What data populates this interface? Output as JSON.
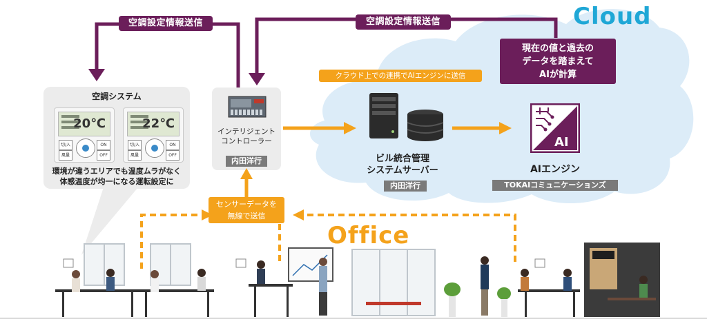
{
  "labels": {
    "cloud": "Cloud",
    "office": "Office",
    "ac_send_left": "空調設定情報送信",
    "ac_send_right": "空調設定情報送信",
    "ai_calc_lines": [
      "現在の値と過去の",
      "データを踏まえて",
      "AIが計算"
    ],
    "cloud_link": "クラウド上での連携でAIエンジンに送信",
    "ac_system_title": "空調システム",
    "ac_system_desc_lines": [
      "環境が違うエリアでも温度ムラがなく",
      "体感温度が均一になる運転設定に"
    ],
    "controller_lines": [
      "インテリジェント",
      "コントローラー"
    ],
    "controller_vendor": "内田洋行",
    "server_lines": [
      "ビル統合管理",
      "システムサーバー"
    ],
    "server_vendor": "内田洋行",
    "ai_engine_title": "AIエンジン",
    "ai_engine_vendor": "TOKAIコミュニケーションズ",
    "sensor_lines": [
      "センサーデータを",
      "無線で送信"
    ],
    "ai_icon_text": "AI"
  },
  "panels": [
    {
      "temp": "20℃",
      "btn_tl": "切/入",
      "btn_bl": "風量",
      "btn_tr": "ON",
      "btn_br": "OFF"
    },
    {
      "temp": "22℃",
      "btn_tl": "切/入",
      "btn_bl": "風量",
      "btn_tr": "ON",
      "btn_br": "OFF"
    }
  ],
  "colors": {
    "purple": "#6b1e5a",
    "orange": "#f4a21b",
    "cloud_fill": "#dcecf8",
    "cloud_text": "#1fa7d6",
    "gray_panel": "#ececec"
  },
  "icons": [
    "controller-icon",
    "server-tower-icon",
    "database-icon",
    "ai-chip-icon",
    "office-scene-illustration"
  ]
}
